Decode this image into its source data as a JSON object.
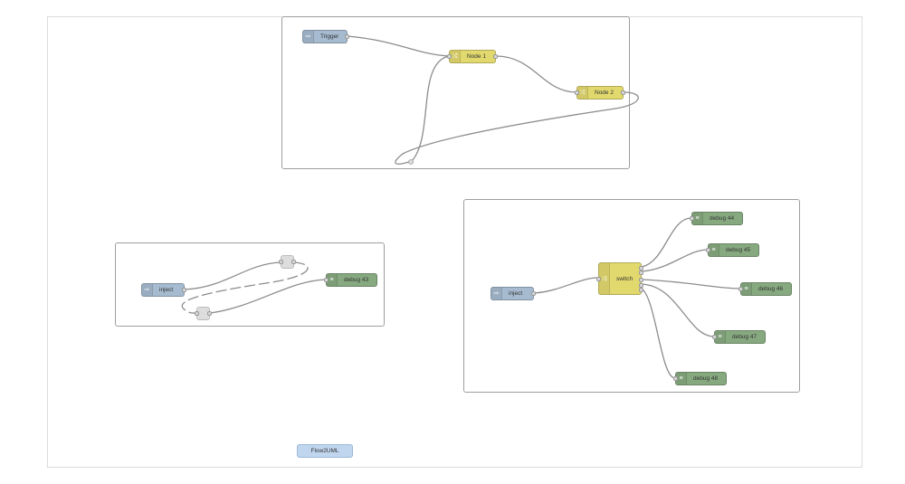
{
  "nodes": {
    "trigger": "Trigger",
    "node1": "Node 1",
    "node2": "Node 2",
    "inject_left": "inject",
    "debug43": "debug 43",
    "inject_right": "inject",
    "switch": "switch",
    "debug44": "debug 44",
    "debug45": "debug 45",
    "debug46": "debug 46",
    "debug47": "debug 47",
    "debug48": "debug 48",
    "flow2uml": "Flow2UML"
  },
  "colors": {
    "inject": "#a6bbcf",
    "debug": "#87a980",
    "function": "#e2d96e",
    "wire": "#8c8c8c"
  }
}
